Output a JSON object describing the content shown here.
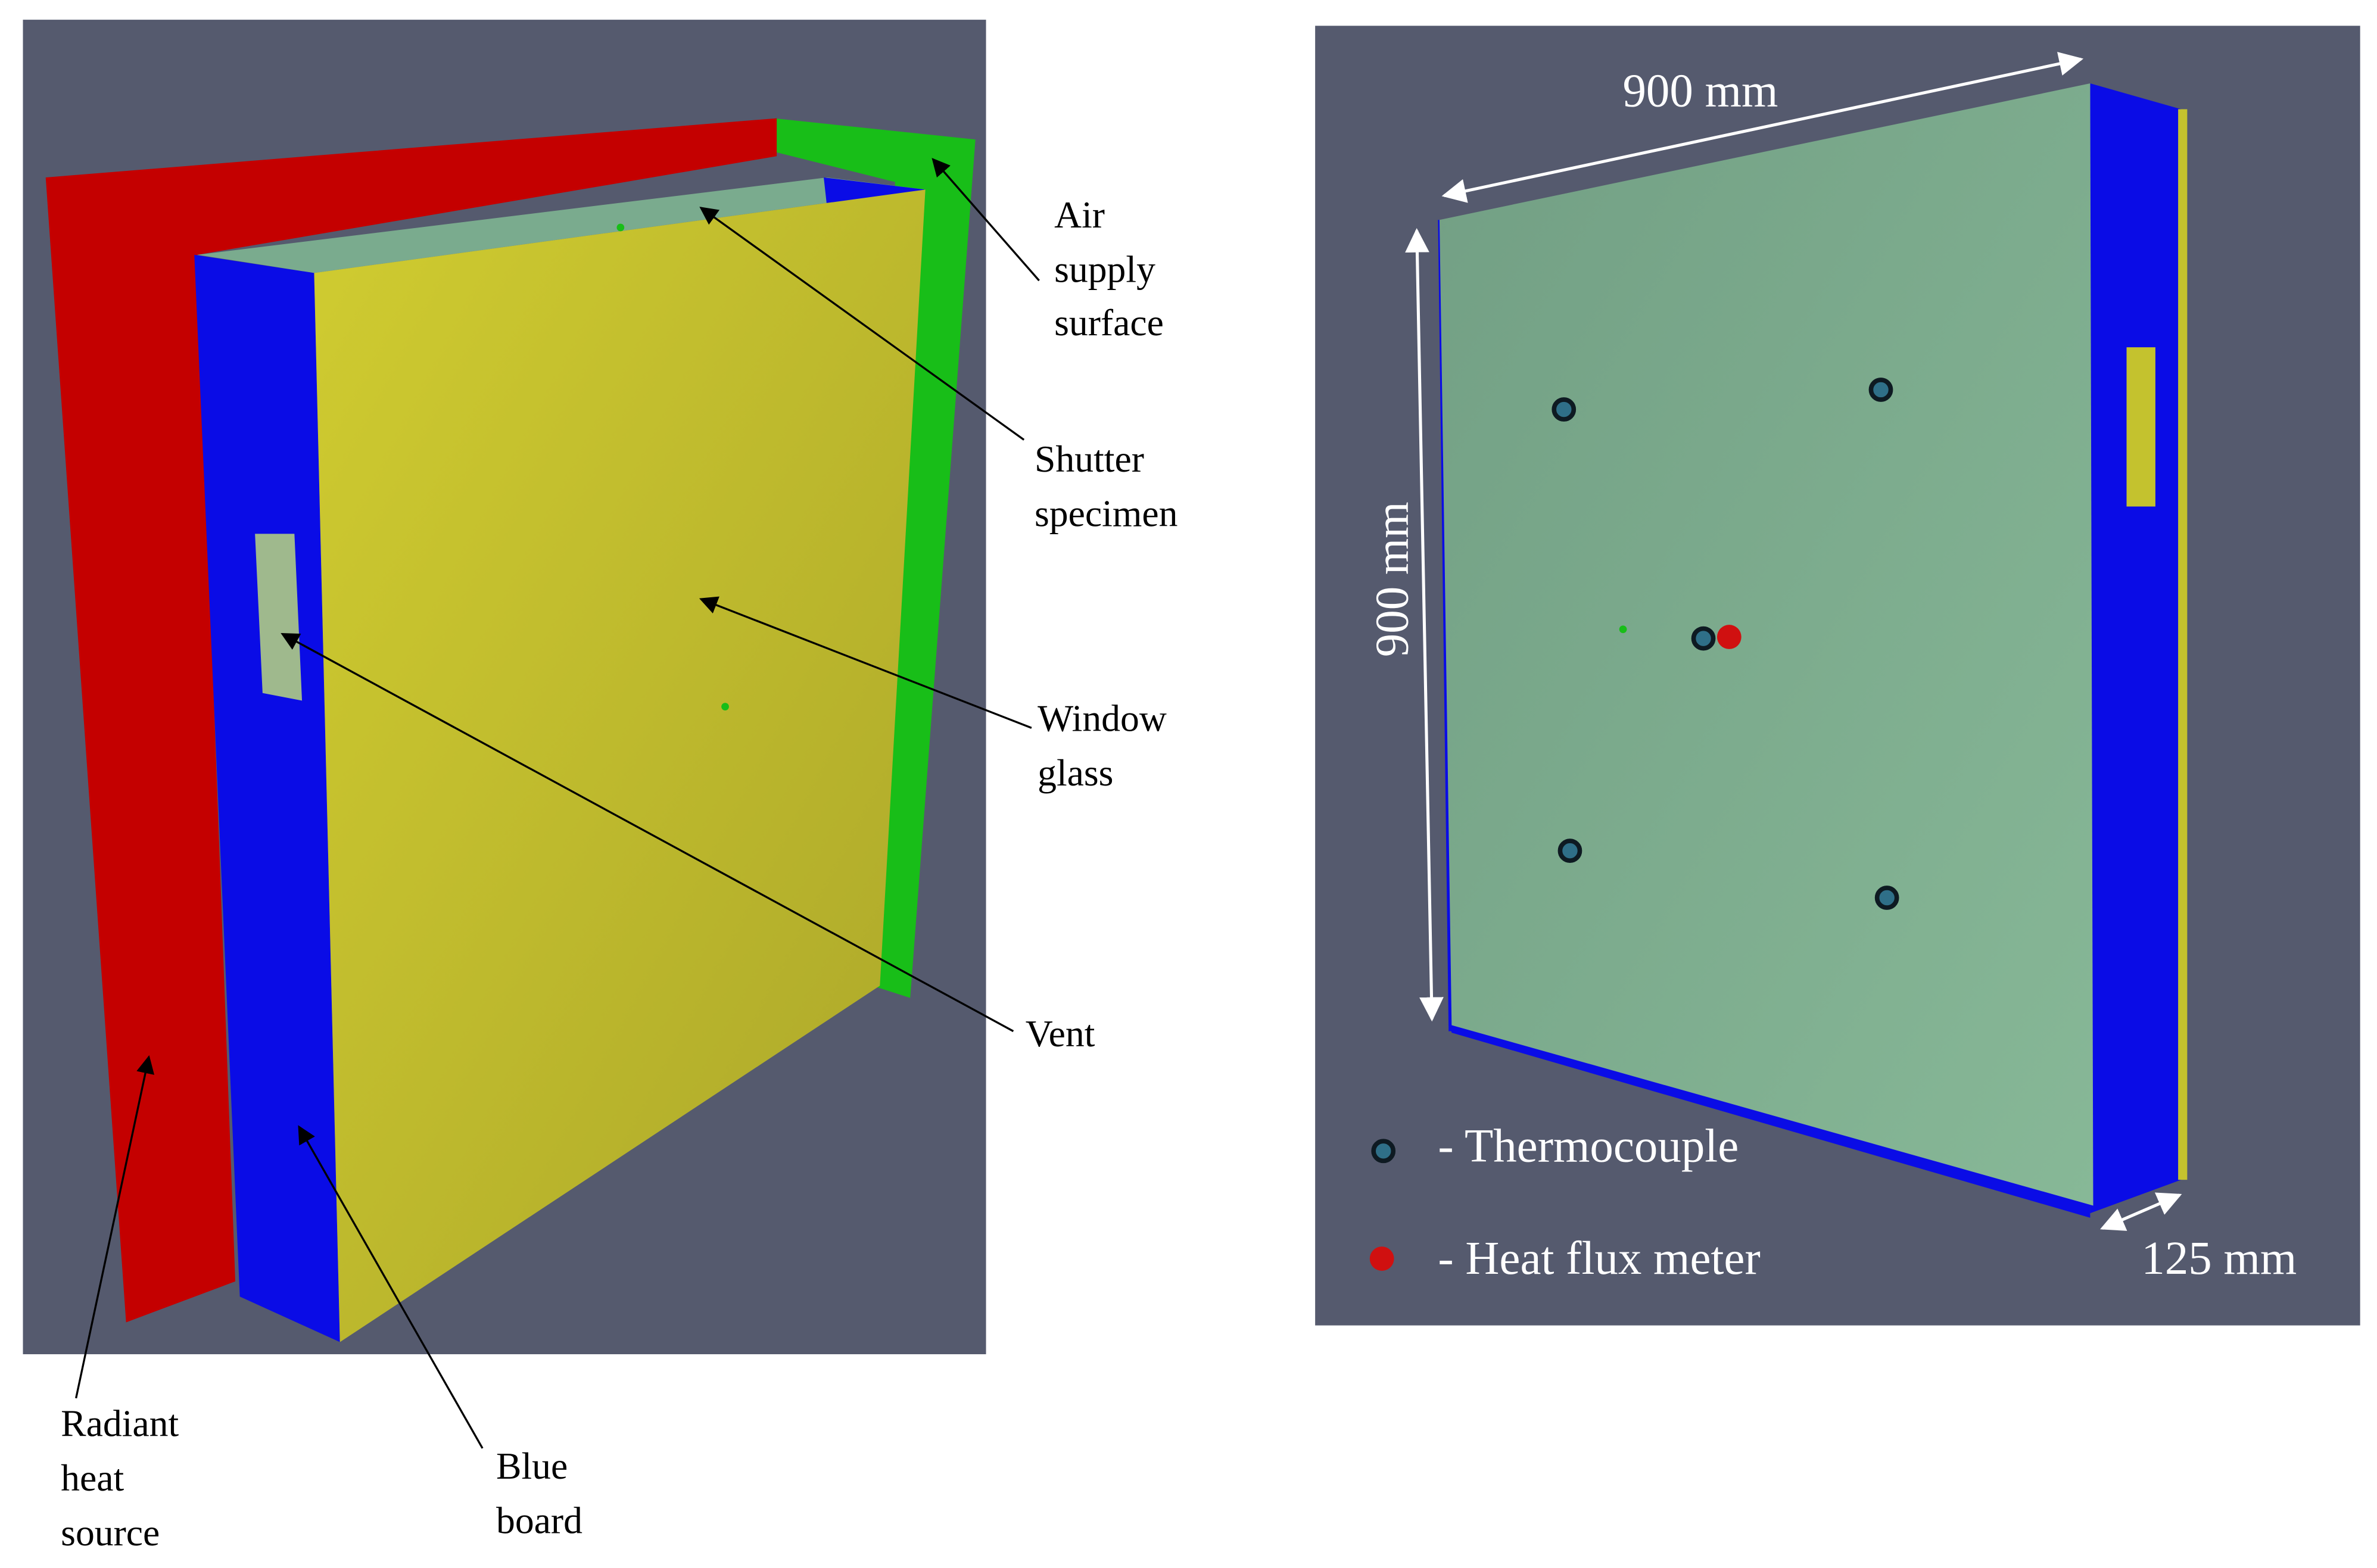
{
  "colors": {
    "viewport_bg": "#555a6e",
    "radiant_red": "#c40000",
    "air_green": "#18be18",
    "blue_board": "#0a0ce6",
    "glass_yellow": "#c4c22e",
    "specimen_green": "#7aab8e",
    "vent_fill": "#9fb98d",
    "heat_flux_red": "#d01010",
    "thermocouple_ring": "#0e1a22",
    "thermocouple_fill": "#2f6f88",
    "dimension_white": "#ffffff",
    "callout_line": "#000000"
  },
  "left_panel": {
    "labels": {
      "air_supply": [
        "Air",
        "supply",
        "surface"
      ],
      "shutter_specimen": [
        "Shutter",
        "specimen"
      ],
      "window_glass": [
        "Window",
        "glass"
      ],
      "vent": [
        "Vent"
      ],
      "radiant_heat_source": [
        "Radiant",
        "heat",
        "source"
      ],
      "blue_board": [
        "Blue",
        "board"
      ]
    }
  },
  "right_panel": {
    "dimensions": {
      "width": "900 mm",
      "height": "900 mm",
      "depth": "125 mm"
    },
    "legend": {
      "thermocouple": "- Thermocouple",
      "heat_flux_meter": "- Heat flux meter"
    }
  }
}
